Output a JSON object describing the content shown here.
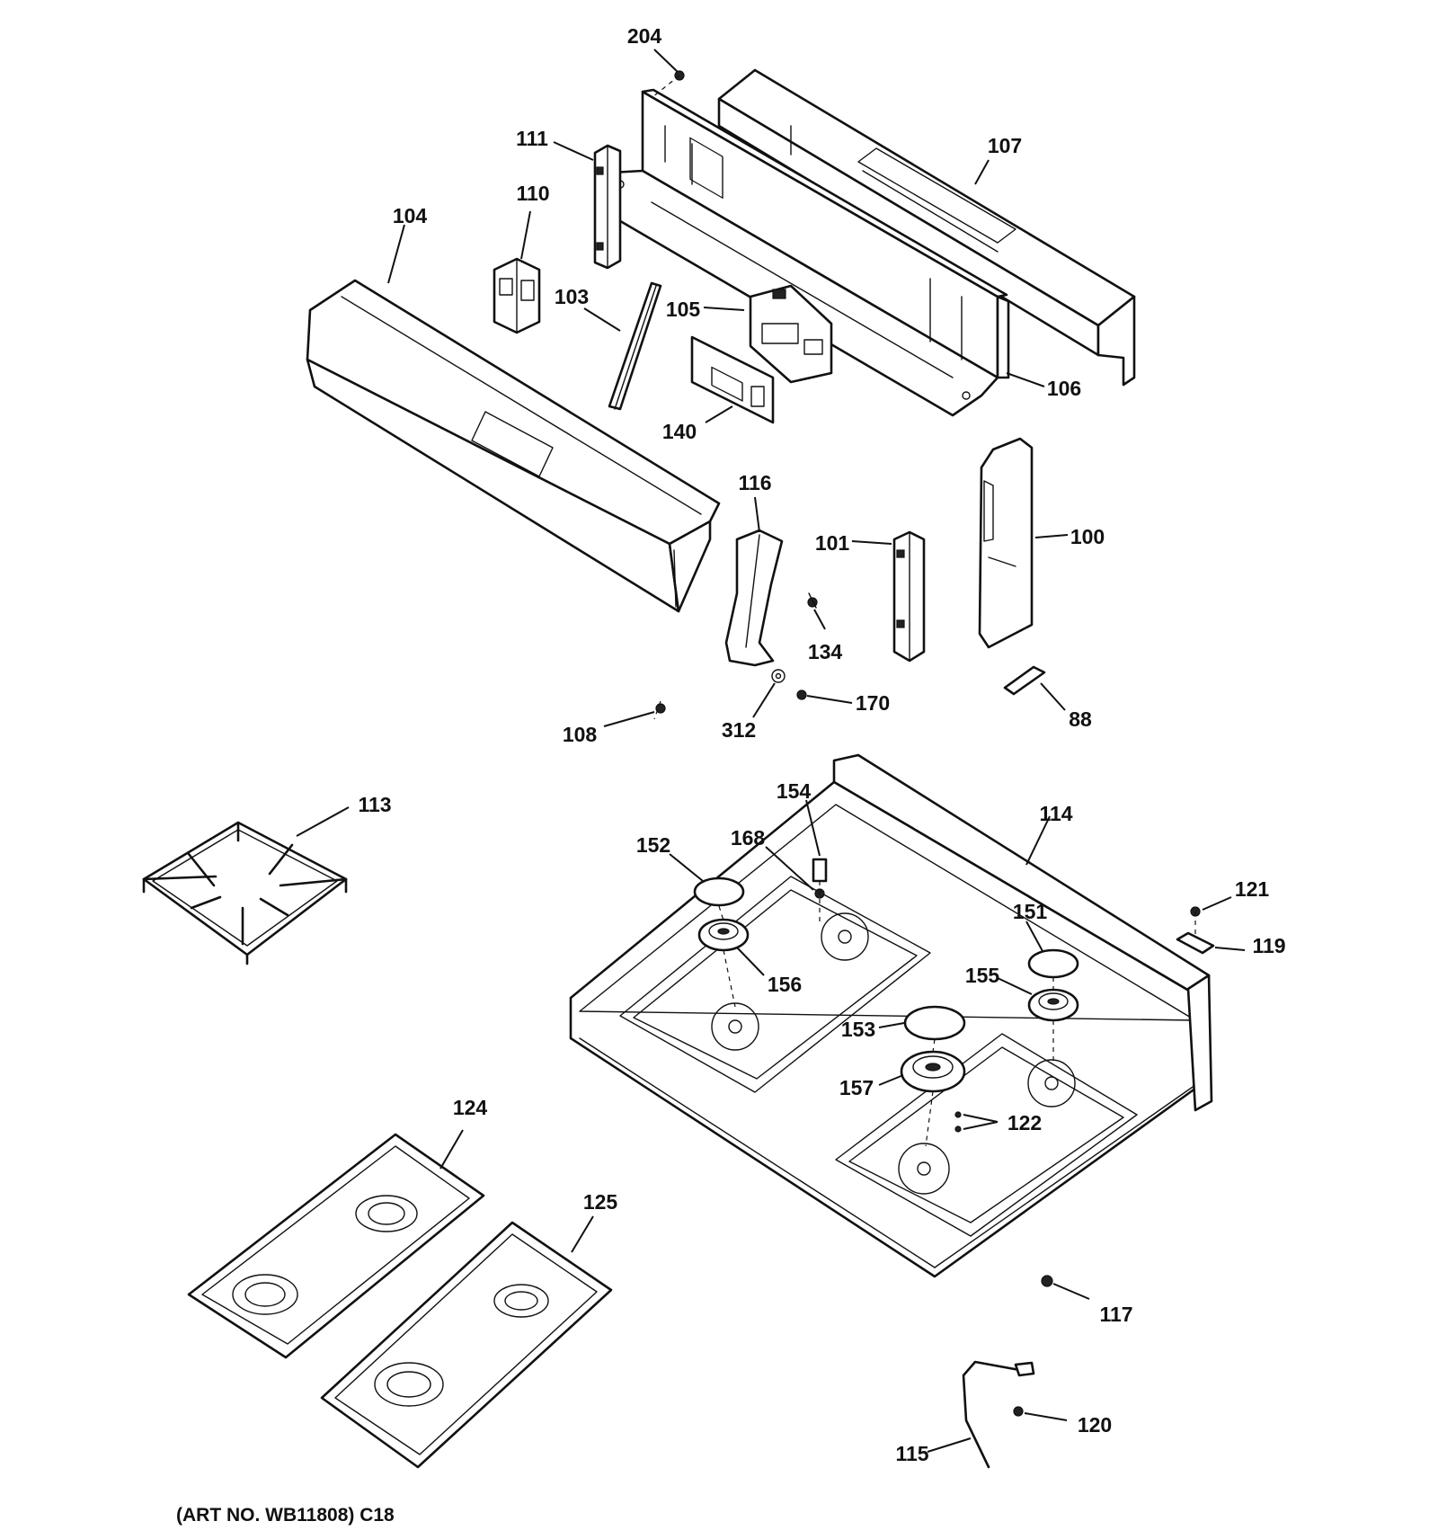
{
  "diagram": {
    "art_number": "(ART NO. WB11808) C18",
    "callouts": [
      {
        "id": "c204",
        "text": "204"
      },
      {
        "id": "c111",
        "text": "111"
      },
      {
        "id": "c107",
        "text": "107"
      },
      {
        "id": "c110",
        "text": "110"
      },
      {
        "id": "c104",
        "text": "104"
      },
      {
        "id": "c103",
        "text": "103"
      },
      {
        "id": "c105",
        "text": "105"
      },
      {
        "id": "c106",
        "text": "106"
      },
      {
        "id": "c140",
        "text": "140"
      },
      {
        "id": "c116",
        "text": "116"
      },
      {
        "id": "c101",
        "text": "101"
      },
      {
        "id": "c100",
        "text": "100"
      },
      {
        "id": "c134",
        "text": "134"
      },
      {
        "id": "c170",
        "text": "170"
      },
      {
        "id": "c312",
        "text": "312"
      },
      {
        "id": "c108",
        "text": "108"
      },
      {
        "id": "c88",
        "text": "88"
      },
      {
        "id": "c113",
        "text": "113"
      },
      {
        "id": "c154",
        "text": "154"
      },
      {
        "id": "c114",
        "text": "114"
      },
      {
        "id": "c152",
        "text": "152"
      },
      {
        "id": "c168",
        "text": "168"
      },
      {
        "id": "c121",
        "text": "121"
      },
      {
        "id": "c151",
        "text": "151"
      },
      {
        "id": "c119",
        "text": "119"
      },
      {
        "id": "c156",
        "text": "156"
      },
      {
        "id": "c155",
        "text": "155"
      },
      {
        "id": "c153",
        "text": "153"
      },
      {
        "id": "c157",
        "text": "157"
      },
      {
        "id": "c122",
        "text": "122"
      },
      {
        "id": "c124",
        "text": "124"
      },
      {
        "id": "c125",
        "text": "125"
      },
      {
        "id": "c117",
        "text": "117"
      },
      {
        "id": "c120",
        "text": "120"
      },
      {
        "id": "c115",
        "text": "115"
      }
    ]
  }
}
